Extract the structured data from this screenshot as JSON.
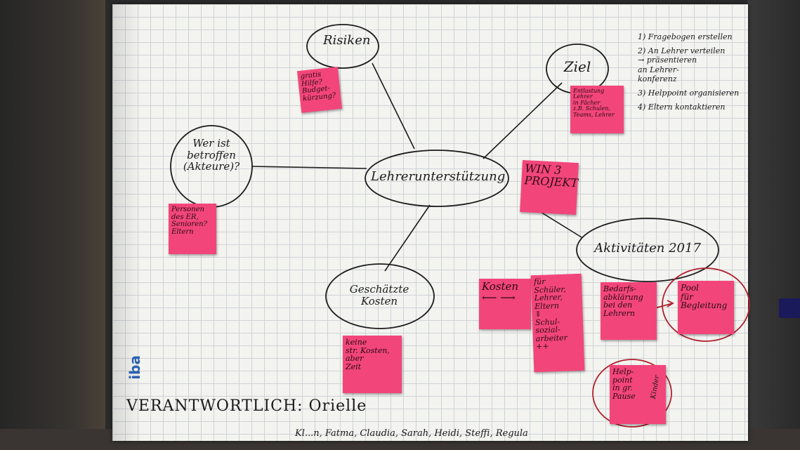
{
  "mindmap": {
    "center": "Lehrerunterstützung",
    "risiken": "Risiken",
    "ziel": "Ziel",
    "wer_ist_betroffen": "Wer ist\nbetroffen\n(Akteure)?",
    "aktivitaeten": "Aktivitäten 2017",
    "geschaetzte_kosten": "Geschätzte\nKosten"
  },
  "notes": {
    "risiken_note": "gratis\nHilfe?\nBudget-\nkürzung?",
    "ziel_note": "Entlastung\nLehrer\nin Fächer\nz.B. Schulen,\nTeams, Lehrer",
    "personen_note": "Personen\ndes ER,\nSenioren?\nEltern",
    "win3_note": "WIN 3\nPROJEKT",
    "kosten_note": "Kosten\n⟵ ⟶",
    "schueler_note": "für Schüler,\nLehrer,\nEltern\n⇓\nSchul-\nsozial-\narbeiter\n++",
    "bedarfs_note": "Bedarfs-\nabklärung\nbei den\nLehrern",
    "pool_note": "Pool\nfür\nBegleitung",
    "keine_note": "keine\nstr. Kosten,\naber\nZeit",
    "helppoint_note": "Help-\npoint\nin gr.\nPause",
    "helppoint_side": "Kinder"
  },
  "todo": [
    "1) Fragebogen erstellen",
    "2) An Lehrer verteilen\n→ präsentieren\nan Lehrer-\nkonferenz",
    "3) Helppoint organisieren",
    "4) Eltern kontaktieren"
  ],
  "footer": {
    "verantwortlich": "VERANTWORTLICH: Orielle",
    "names": "Kl...n, Fatma, Claudia, Sarah, Heidi, Steffi, Regula"
  },
  "logo": "iba",
  "colors": {
    "note_pink": "#f2467a",
    "ink": "#1a1a1a",
    "red_ink": "#b0202c",
    "logo_blue": "#2a60b0"
  }
}
